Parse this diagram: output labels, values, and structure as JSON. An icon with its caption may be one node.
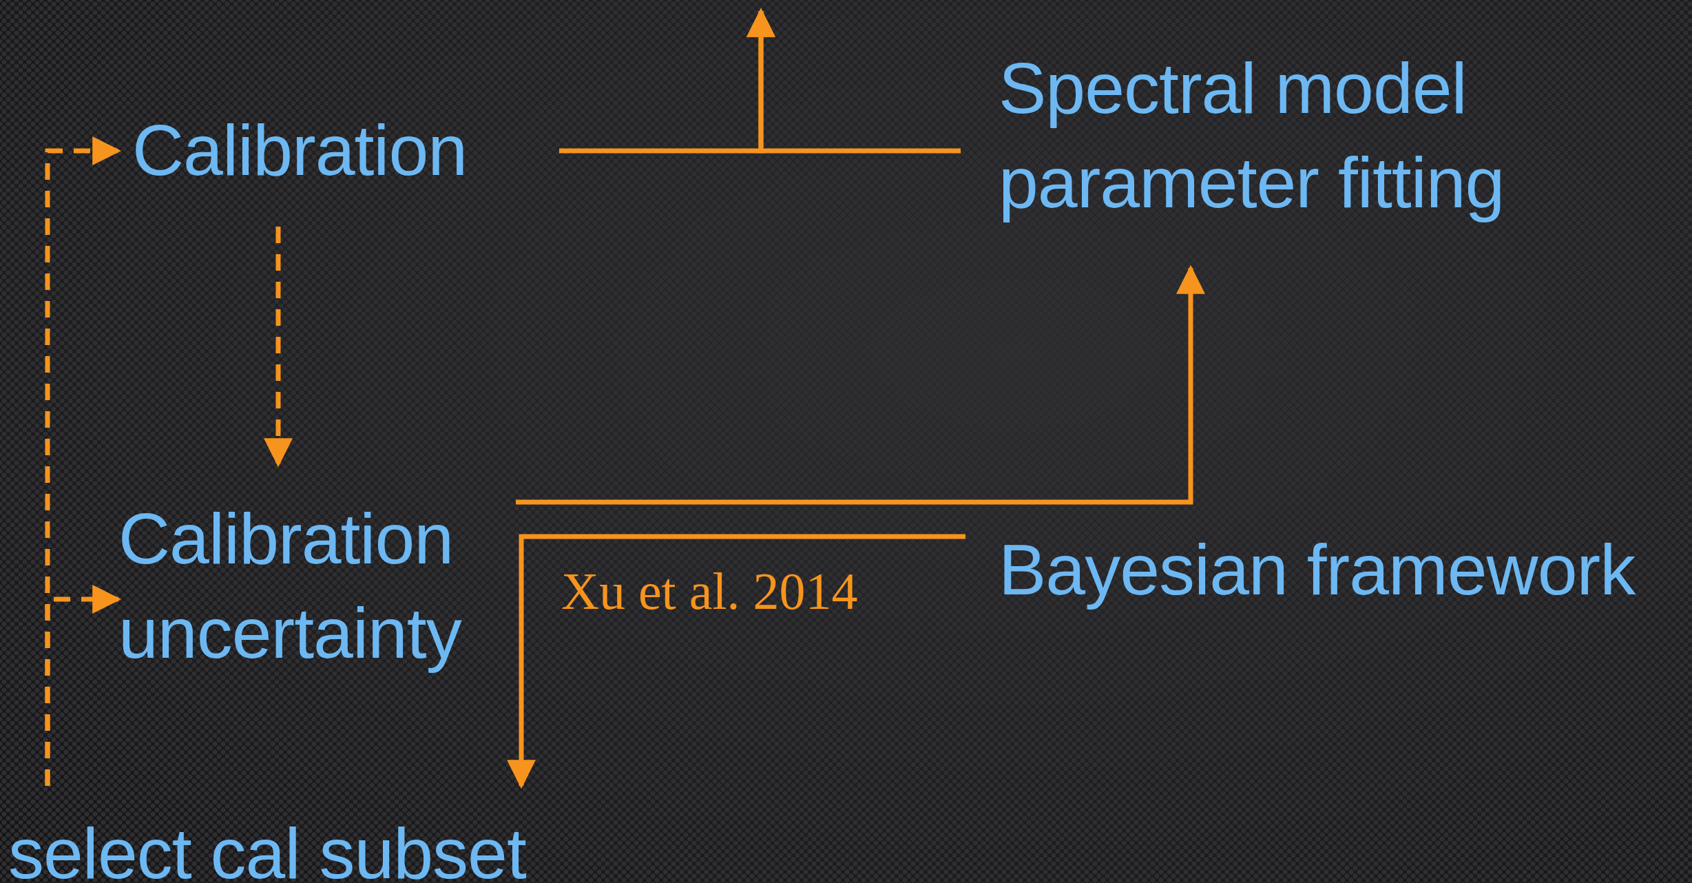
{
  "diagram": {
    "nodes": [
      {
        "text": [
          "Calibration"
        ]
      },
      {
        "text": [
          "Spectral model parameter fitting"
        ]
      },
      {
        "text": [
          "Calibration uncertainty"
        ]
      },
      {
        "text": [
          "Bayesian framework"
        ]
      },
      {
        "text": [
          "select cal subset"
        ]
      }
    ],
    "edges": [
      {
        "from": 4,
        "to": 0,
        "arrow": "to",
        "style": "dashed"
      },
      {
        "from": 4,
        "to": 2,
        "arrow": "to",
        "style": "dashed"
      },
      {
        "from": 0,
        "to": 2,
        "arrow": "to",
        "style": "dashed"
      },
      {
        "from": 0,
        "to": null,
        "arrow": "to"
      },
      {
        "from": 1,
        "to": null,
        "arrow": "to"
      },
      {
        "from": 2,
        "to": 1,
        "arrow": "to"
      },
      {
        "from": 3,
        "to": 4,
        "arrow": "to"
      }
    ],
    "labels": [
      "Xu et al. 2014"
    ]
  }
}
